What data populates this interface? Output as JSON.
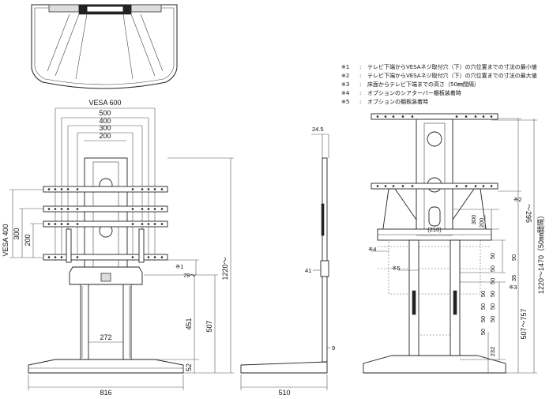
{
  "notes": [
    {
      "mark": "※1",
      "sep": ":",
      "text": "テレビ下端からVESAネジ取付穴（下）の穴位置までの寸法の最小値"
    },
    {
      "mark": "※2",
      "sep": ":",
      "text": "テレビ下端からVESAネジ取付穴（下）の穴位置までの寸法の最大値"
    },
    {
      "mark": "※3",
      "sep": ":",
      "text": "床面からテレビ下端までの高さ（50㎜間隔）"
    },
    {
      "mark": "※4",
      "sep": ":",
      "text": "オプションのシアターバー棚板装着時"
    },
    {
      "mark": "※5",
      "sep": ":",
      "text": "オプションの棚板装着時"
    }
  ],
  "front": {
    "vesa_600": "VESA 600",
    "w500": "500",
    "w400": "400",
    "w300": "300",
    "w200": "200",
    "vesa_400": "VESA 400",
    "h300": "300",
    "h200": "200",
    "h1220": "1220〜",
    "mark1": "※1",
    "h78": "78〜",
    "h451": "451",
    "h507": "507",
    "h52": "52",
    "w272": "272",
    "w816": "816"
  },
  "side": {
    "d24_5": "24.5",
    "d41": "41",
    "d9": "9",
    "w510": "510"
  },
  "back": {
    "mark2": "※2",
    "h295": "〜295",
    "h210": "(210)",
    "v300": "300",
    "v200": "200",
    "h90": "90",
    "h35": "35",
    "mark4": "※4",
    "mark5": "※5",
    "fifties": [
      "50",
      "50",
      "50",
      "50",
      "50",
      "50",
      "50",
      "50",
      "50",
      "50"
    ],
    "h232": "232",
    "mark3": "※3",
    "h507_757": "507〜757",
    "h1220_1470": "1220〜1470（50㎜間隔）"
  }
}
